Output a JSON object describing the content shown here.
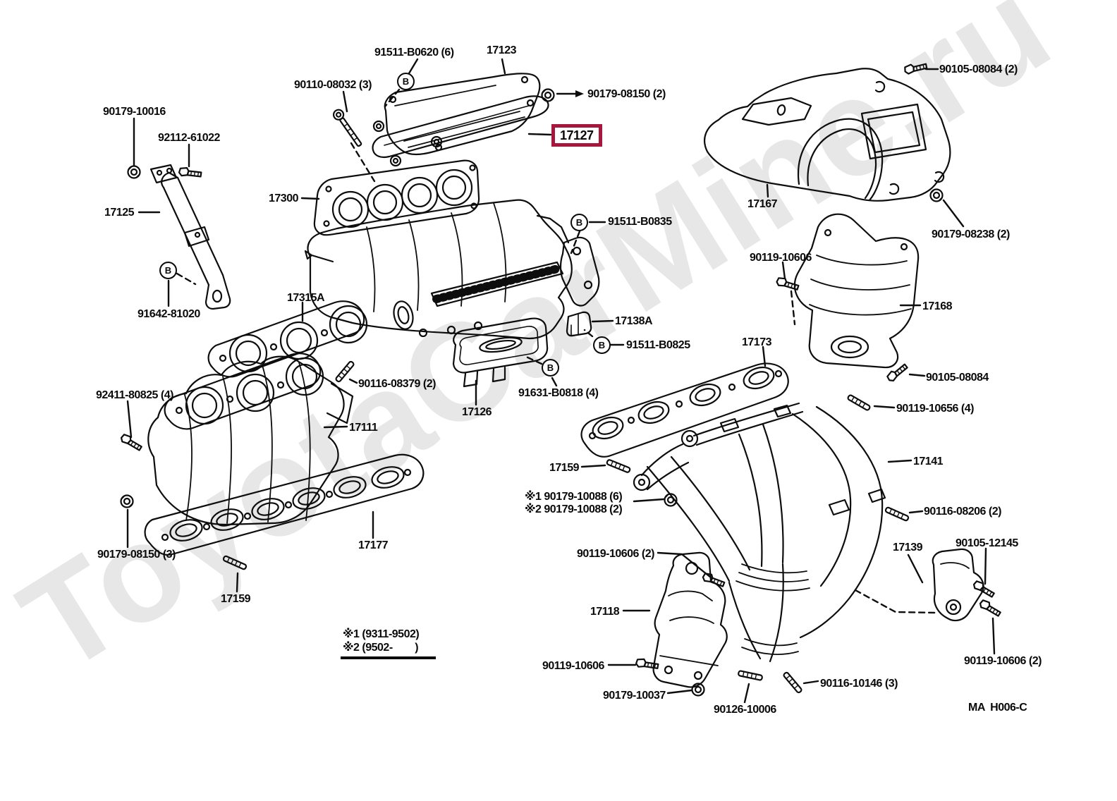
{
  "diagram": {
    "watermark": "ToyotaCarMine.ru",
    "highlight_color": "#A8163C",
    "page_code": "MA  H006-C",
    "selected_part": {
      "text": "17127"
    },
    "callouts": [
      {
        "letter": "B"
      },
      {
        "letter": "B"
      },
      {
        "letter": "B"
      },
      {
        "letter": "B"
      },
      {
        "letter": "B"
      }
    ],
    "labels": [
      {
        "text": "91511-B0620 (6)"
      },
      {
        "text": "17123"
      },
      {
        "text": "90110-08032 (3)"
      },
      {
        "text": "90179-08150 (2)"
      },
      {
        "text": "90105-08084 (2)"
      },
      {
        "text": "90179-10016"
      },
      {
        "text": "92112-61022"
      },
      {
        "text": "17125"
      },
      {
        "text": "17300"
      },
      {
        "text": "91511-B0835"
      },
      {
        "text": "17167"
      },
      {
        "text": "90179-08238 (2)"
      },
      {
        "text": "90119-10606"
      },
      {
        "text": "17168"
      },
      {
        "text": "91642-81020"
      },
      {
        "text": "17315A"
      },
      {
        "text": "17138A"
      },
      {
        "text": "17173"
      },
      {
        "text": "91511-B0825"
      },
      {
        "text": "90105-08084"
      },
      {
        "text": "92411-80825 (4)"
      },
      {
        "text": "90116-08379 (2)"
      },
      {
        "text": "91631-B0818 (4)"
      },
      {
        "text": "17126"
      },
      {
        "text": "90119-10656 (4)"
      },
      {
        "text": "17111"
      },
      {
        "text": "17141"
      },
      {
        "text": "17159"
      },
      {
        "text": "※1 90179-10088 (6)"
      },
      {
        "text": "※2 90179-10088 (2)"
      },
      {
        "text": "90116-08206 (2)"
      },
      {
        "text": "90179-08150 (3)"
      },
      {
        "text": "17177"
      },
      {
        "text": "90105-12145"
      },
      {
        "text": "17139"
      },
      {
        "text": "90119-10606 (2)"
      },
      {
        "text": "17159"
      },
      {
        "text": "17118"
      },
      {
        "text": "※1 (9311-9502)"
      },
      {
        "text": "※2 (9502-        )"
      },
      {
        "text": "90119-10606"
      },
      {
        "text": "90179-10037"
      },
      {
        "text": "90126-10006"
      },
      {
        "text": "90116-10146 (3)"
      },
      {
        "text": "90119-10606 (2)"
      }
    ]
  }
}
